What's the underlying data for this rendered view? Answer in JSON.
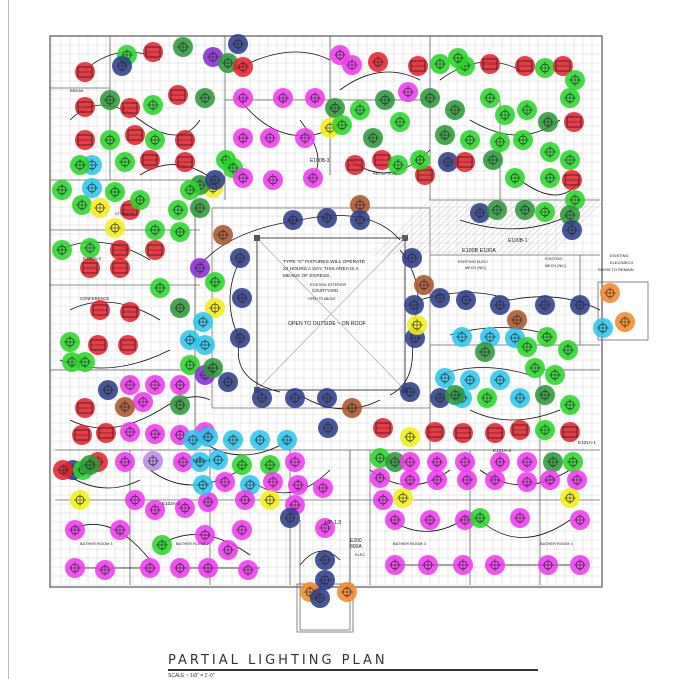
{
  "title": "PARTIAL LIGHTING PLAN",
  "scale": "SCALE ~ 1/8\" = 1'-0\"",
  "colors": {
    "red": "#e8222b",
    "green": "#2bd62b",
    "darkgreen": "#2e9a3a",
    "magenta": "#ee3bee",
    "navy": "#2e3f8a",
    "purple": "#8a2bd6",
    "cyan": "#2ec6ee",
    "yellow": "#f2ee1a",
    "orange": "#f28a2b",
    "brown": "#a8552b",
    "lilac": "#b88ae8"
  },
  "notes": [
    {
      "id": "n1",
      "text": "TYPE \"C\" FIXTURES WILL OPERATE"
    },
    {
      "id": "n2",
      "text": "24 HOURS A DAY. THIS AREA IS A"
    },
    {
      "id": "n3",
      "text": "MEANS OF EGRESS."
    },
    {
      "id": "n4",
      "text": "EXISTING EXTERIOR"
    },
    {
      "id": "n5",
      "text": "COURTYARD"
    },
    {
      "id": "n6",
      "text": "OPEN TO ABOVE"
    },
    {
      "id": "n7",
      "text": "OPEN TO OUTSIDE ~ ON ROOF"
    },
    {
      "id": "n8",
      "text": "EXISTING ELEC/"
    },
    {
      "id": "n9",
      "text": "MECH (NIC)"
    },
    {
      "id": "n10",
      "text": "EXISTING"
    },
    {
      "id": "n11",
      "text": "MECH (NIC)"
    },
    {
      "id": "n12",
      "text": "EXISTING"
    },
    {
      "id": "n13",
      "text": "ELEC/MECH"
    },
    {
      "id": "n14",
      "text": "ROOM TO REMAIN"
    }
  ],
  "circuit_tags": [
    {
      "id": "t1",
      "text": "E100B-3"
    },
    {
      "id": "t2",
      "text": "E100B E100A"
    },
    {
      "id": "t3",
      "text": "E100B-1"
    },
    {
      "id": "t4",
      "text": "E102A-3"
    },
    {
      "id": "t5",
      "text": "E102A-1"
    },
    {
      "id": "t6",
      "text": "E102A-2"
    },
    {
      "id": "t7",
      "text": "E101A-3"
    },
    {
      "id": "t8",
      "text": "E101A-1"
    },
    {
      "id": "t9",
      "text": "HP-1,3"
    }
  ],
  "room_labels": [
    {
      "id": "r1",
      "text": "BREAK"
    },
    {
      "id": "r2",
      "text": "CONFERENCE"
    },
    {
      "id": "r3",
      "text": "STORAGE"
    },
    {
      "id": "r4",
      "text": "RECEPTION"
    },
    {
      "id": "r5",
      "text": "BATHER ROOM 1"
    },
    {
      "id": "r6",
      "text": "BATHER ROOM 2"
    },
    {
      "id": "r7",
      "text": "BATHER ROOM 3"
    },
    {
      "id": "r8",
      "text": "BATHER ROOM 4"
    },
    {
      "id": "r9",
      "text": "ELEC"
    },
    {
      "id": "r10",
      "text": "E200"
    },
    {
      "id": "r11",
      "text": "800A"
    }
  ]
}
